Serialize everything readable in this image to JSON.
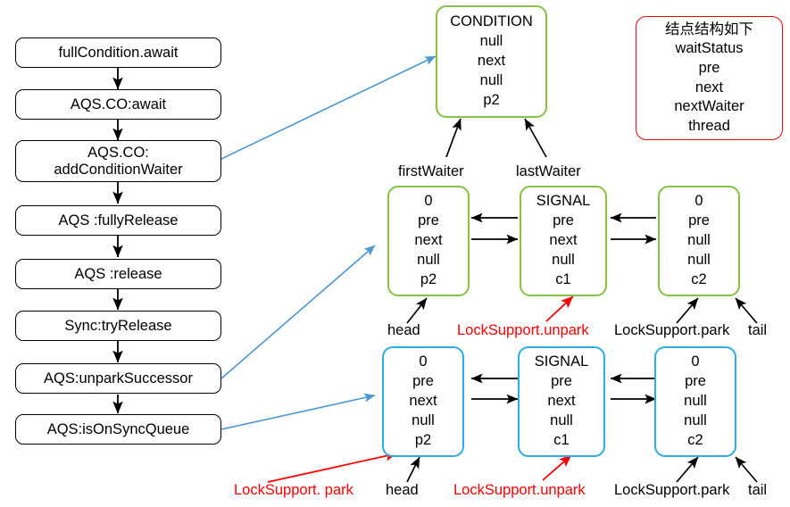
{
  "diagram": {
    "title_note": "AQS Condition await / signal flow diagram",
    "colors": {
      "green_border": "#82c341",
      "blue_border": "#2bafe2",
      "red_border": "#ff0000",
      "red_text": "#ff0000",
      "black": "#000000",
      "connector_blue": "#4a97d2",
      "connector_black": "#000000",
      "connector_red": "#ff0000"
    }
  },
  "flow": {
    "steps": [
      {
        "id": "fullcondition-await",
        "lines": [
          "fullCondition.await"
        ]
      },
      {
        "id": "aqs-co-await",
        "lines": [
          "AQS.CO:await"
        ]
      },
      {
        "id": "aqs-co-addconditionwaiter",
        "lines": [
          "AQS.CO:",
          "addConditionWaiter"
        ]
      },
      {
        "id": "aqs-fullyrelease",
        "lines": [
          "AQS :fullyRelease"
        ]
      },
      {
        "id": "aqs-release",
        "lines": [
          "AQS :release"
        ]
      },
      {
        "id": "sync-tryrelease",
        "lines": [
          "Sync:tryRelease"
        ]
      },
      {
        "id": "aqs-unparksuccessor",
        "lines": [
          "AQS:unparkSuccessor"
        ]
      },
      {
        "id": "aqs-isonsyncqueue",
        "lines": [
          "AQS:isOnSyncQueue"
        ]
      }
    ]
  },
  "condition_node": {
    "id": "condition-node",
    "lines": [
      "CONDITION",
      "null",
      "next",
      "null",
      "p2"
    ]
  },
  "legend_node": {
    "id": "node-structure-legend",
    "lines": [
      "结点结构如下",
      "waitStatus",
      "pre",
      "next",
      "nextWaiter",
      "thread"
    ]
  },
  "waiter_labels": {
    "first": "firstWaiter",
    "last": "lastWaiter"
  },
  "sync_queue_green": {
    "id": "sync-queue-green",
    "nodes": [
      {
        "id": "green-head-node",
        "lines": [
          "0",
          "pre",
          "next",
          "null",
          "p2"
        ]
      },
      {
        "id": "green-signal-node",
        "lines": [
          "SIGNAL",
          "pre",
          "next",
          "null",
          "c1"
        ]
      },
      {
        "id": "green-tail-node",
        "lines": [
          "0",
          "pre",
          "null",
          "null",
          "c2"
        ]
      }
    ],
    "labels": {
      "head": "head",
      "unpark": "LockSupport.unpark",
      "park": "LockSupport.park",
      "tail": "tail"
    }
  },
  "sync_queue_blue": {
    "id": "sync-queue-blue",
    "nodes": [
      {
        "id": "blue-head-node",
        "lines": [
          "0",
          "pre",
          "next",
          "null",
          "p2"
        ]
      },
      {
        "id": "blue-signal-node",
        "lines": [
          "SIGNAL",
          "pre",
          "next",
          "null",
          "c1"
        ]
      },
      {
        "id": "blue-tail-node",
        "lines": [
          "0",
          "pre",
          "null",
          "null",
          "c2"
        ]
      }
    ],
    "labels": {
      "park_left": "LockSupport. park",
      "head": "head",
      "unpark": "LockSupport.unpark",
      "park": "LockSupport.park",
      "tail": "tail"
    }
  }
}
